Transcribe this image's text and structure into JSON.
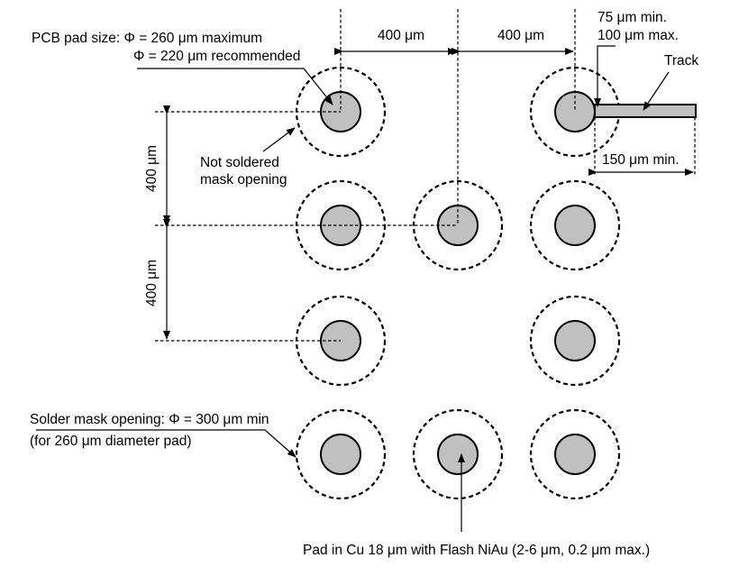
{
  "labels": {
    "pad_size_line1": "PCB pad size: Φ = 260 μm maximum",
    "pad_size_line2": "Φ = 220 μm recommended",
    "not_soldered_line1": "Not soldered",
    "not_soldered_line2": "mask opening",
    "pitch_h_1": "400 μm",
    "pitch_h_2": "400 μm",
    "pitch_v_1": "400 μm",
    "pitch_v_2": "400 μm",
    "track_gap_line1": "75 μm min.",
    "track_gap_line2": "100 μm max.",
    "track": "Track",
    "track_length": "150 μm min.",
    "solder_mask_line1": "Solder mask opening: Φ = 300 μm min",
    "solder_mask_line2": "(for 260 μm diameter pad)",
    "pad_material": "Pad in Cu 18 μm with Flash NiAu (2-6 μm, 0.2 μm max.)"
  },
  "grid": {
    "columns": 3,
    "rows": 4,
    "present": [
      [
        true,
        false,
        true
      ],
      [
        true,
        true,
        true
      ],
      [
        true,
        false,
        true
      ],
      [
        true,
        true,
        true
      ]
    ]
  },
  "colors": {
    "pad_fill": "#c0c0c0",
    "stroke": "#000000",
    "background": "#ffffff"
  }
}
